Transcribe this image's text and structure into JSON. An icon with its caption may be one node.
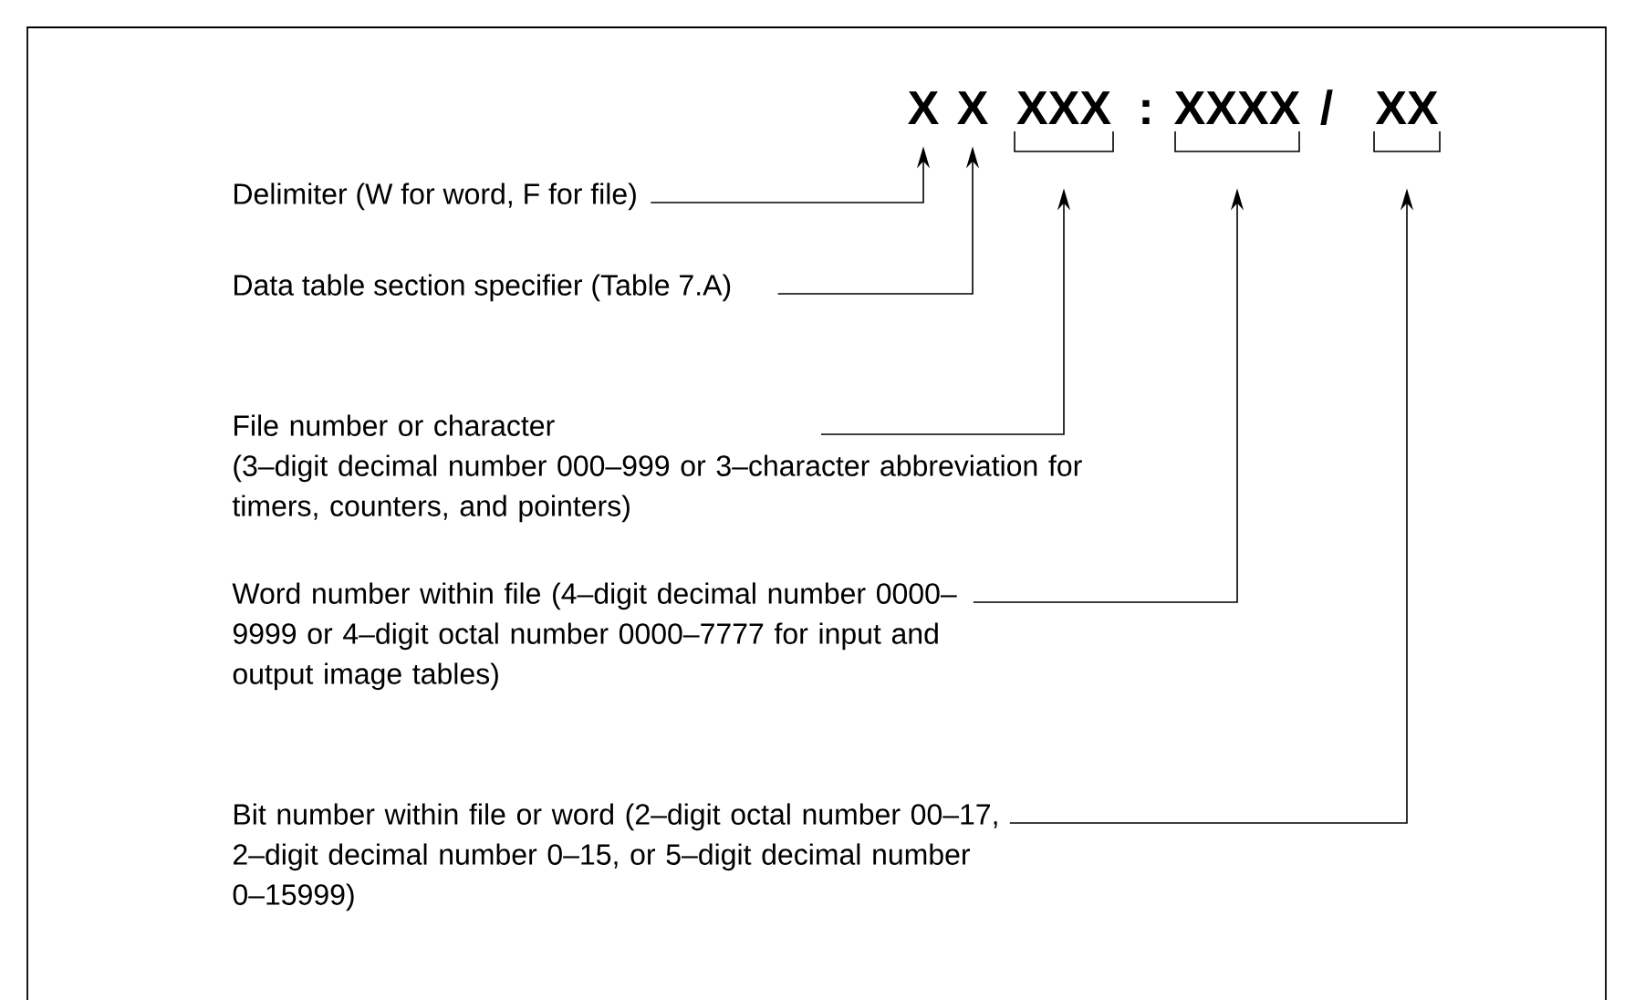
{
  "diagram": {
    "nodes": [
      {
        "text": [
          "Delimiter (W for word, F for file)"
        ]
      },
      {
        "text": [
          "Data table section specifier (Table 7.A)"
        ]
      },
      {
        "text": [
          "File number or character",
          "(3–digit decimal number 000–999 or 3–character abbreviation for timers, counters, and pointers)"
        ]
      },
      {
        "text": [
          "Word number within file (4–digit decimal number 0000–9999 or 4–digit octal number 0000–7777 for input and output image tables)"
        ]
      },
      {
        "text": [
          "Bit number within file or word (2–digit octal number 00–17, 2–digit decimal number 0–15, or 5–digit decimal number 0–15999)"
        ]
      },
      {
        "text": [
          "X"
        ]
      },
      {
        "text": [
          "X"
        ]
      },
      {
        "text": [
          "XXX"
        ]
      },
      {
        "text": [
          "XXXX"
        ]
      },
      {
        "text": [
          "XX"
        ]
      }
    ],
    "edges": [
      {
        "from": 0,
        "to": 5,
        "arrow": "to"
      },
      {
        "from": 1,
        "to": 6,
        "arrow": "to"
      },
      {
        "from": 2,
        "to": 7,
        "arrow": "to"
      },
      {
        "from": 3,
        "to": 8,
        "arrow": "to"
      },
      {
        "from": 4,
        "to": 9,
        "arrow": "to"
      }
    ],
    "labels": [
      ":",
      "/"
    ]
  }
}
